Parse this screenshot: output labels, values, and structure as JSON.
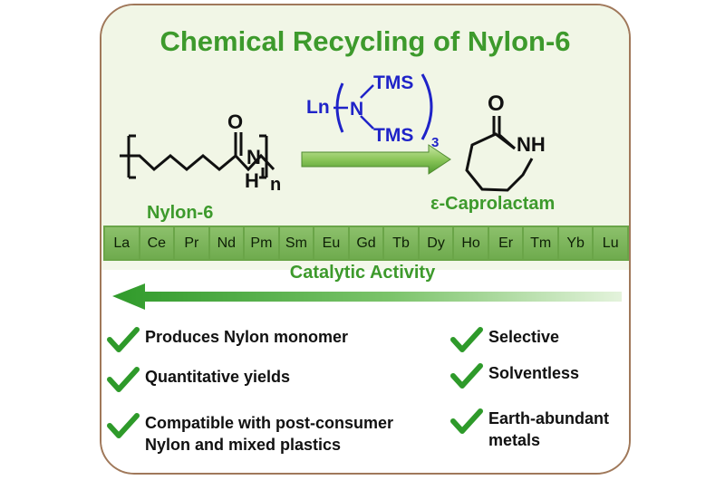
{
  "title": "Chemical Recycling of Nylon-6",
  "reactant": {
    "name": "Nylon-6",
    "carbonyl_o": "O",
    "amide_n": "N",
    "amide_h": "H",
    "repeat": "n"
  },
  "catalyst": {
    "metal": "Ln",
    "nitrogen": "N",
    "tms_top": "TMS",
    "tms_bottom": "TMS",
    "count": "3"
  },
  "product": {
    "name": "ε-Caprolactam",
    "carbonyl_o": "O",
    "nh": "NH"
  },
  "lanthanides": [
    "La",
    "Ce",
    "Pr",
    "Nd",
    "Pm",
    "Sm",
    "Eu",
    "Gd",
    "Tb",
    "Dy",
    "Ho",
    "Er",
    "Tm",
    "Yb",
    "Lu"
  ],
  "activity_label": "Catalytic Activity",
  "features_left": [
    {
      "line1": "Produces Nylon monomer",
      "line2": ""
    },
    {
      "line1": "Quantitative yields",
      "line2": ""
    },
    {
      "line1": "Compatible with post-consumer",
      "line2": "Nylon and mixed plastics"
    }
  ],
  "features_right": [
    {
      "line1": "Selective",
      "line2": ""
    },
    {
      "line1": "Solventless",
      "line2": ""
    },
    {
      "line1": "Earth-abundant",
      "line2": "metals"
    }
  ],
  "colors": {
    "accent_green": "#3d9a2c",
    "catalyst_blue": "#1f23c8",
    "frame_brown": "#a0785a",
    "check_green": "#2e9a2a"
  }
}
